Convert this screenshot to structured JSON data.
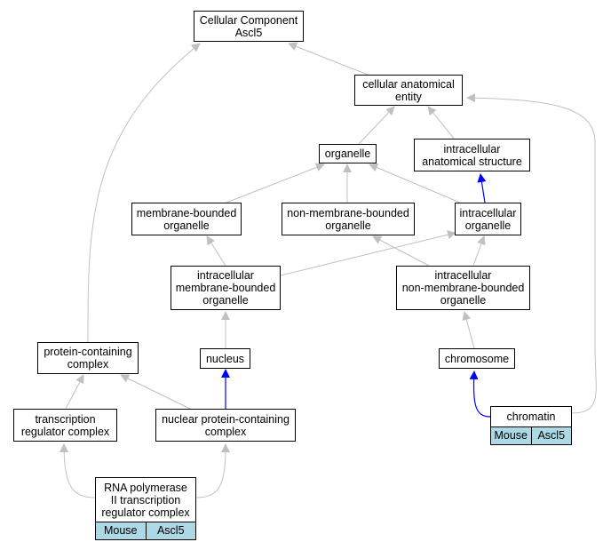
{
  "nodes": {
    "root": {
      "line1": "Cellular Component",
      "line2": "Ascl5"
    },
    "cae": {
      "line1": "cellular anatomical",
      "line2": "entity"
    },
    "organelle": {
      "line1": "organelle"
    },
    "ias": {
      "line1": "intracellular",
      "line2": "anatomical structure"
    },
    "mbo": {
      "line1": "membrane-bounded",
      "line2": "organelle"
    },
    "nmbo": {
      "line1": "non-membrane-bounded",
      "line2": "organelle"
    },
    "io": {
      "line1": "intracellular",
      "line2": "organelle"
    },
    "imbo": {
      "line1": "intracellular",
      "line2": "membrane-bounded",
      "line3": "organelle"
    },
    "inmbo": {
      "line1": "intracellular",
      "line2": "non-membrane-bounded",
      "line3": "organelle"
    },
    "pcc": {
      "line1": "protein-containing",
      "line2": "complex"
    },
    "nucleus": {
      "line1": "nucleus"
    },
    "chromosome": {
      "line1": "chromosome"
    },
    "trc": {
      "line1": "transcription",
      "line2": "regulator complex"
    },
    "npcc": {
      "line1": "nuclear protein-containing",
      "line2": "complex"
    },
    "chromatin": {
      "line1": "chromatin",
      "tag_left": "Mouse",
      "tag_right": "Ascl5"
    },
    "rnap": {
      "line1": "RNA polymerase",
      "line2": "II transcription",
      "line3": "regulator complex",
      "tag_left": "Mouse",
      "tag_right": "Ascl5"
    }
  },
  "colors": {
    "edge_default": "#c0c0c0",
    "edge_highlight": "#0000ff",
    "annotation_fill": "#add8e6"
  }
}
